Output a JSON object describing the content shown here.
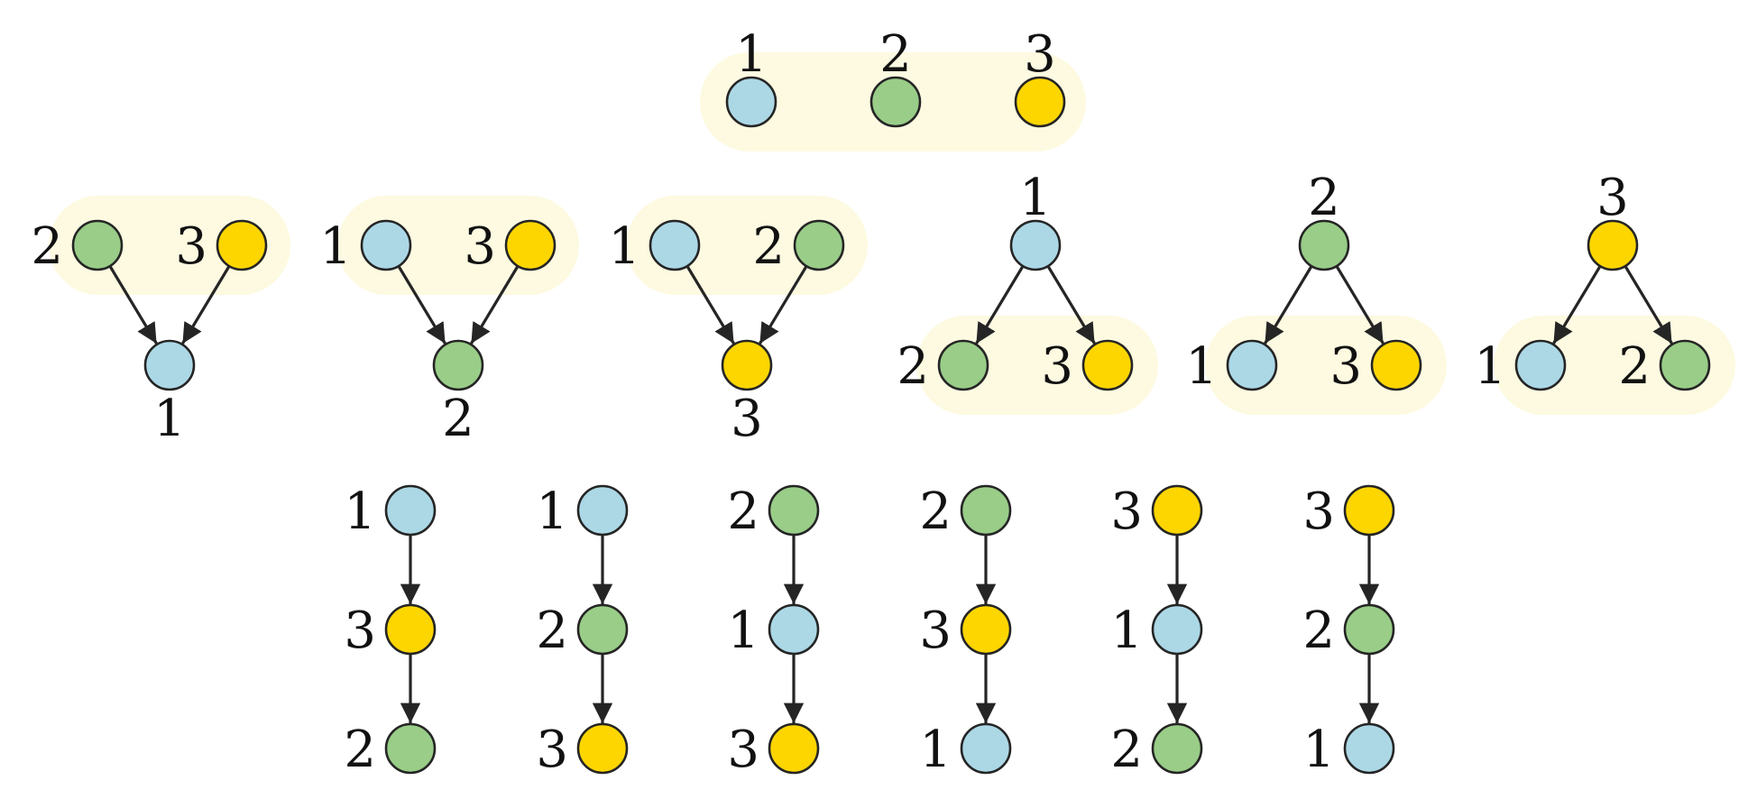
{
  "colors": {
    "1": "#acd8e6",
    "2": "#99cd88",
    "3": "#fdd600",
    "stroke": "#252525",
    "group_fill": "#fdfae1"
  },
  "groups": [
    {
      "nodes": [
        {
          "id": "a1",
          "label": "1"
        },
        {
          "id": "a2",
          "label": "2"
        },
        {
          "id": "a3",
          "label": "3"
        }
      ],
      "edges": []
    },
    {
      "nodes": [
        {
          "id": "b1",
          "label": "2"
        },
        {
          "id": "b2",
          "label": "3"
        },
        {
          "id": "b3",
          "label": "1"
        }
      ],
      "edges": [
        [
          "b1",
          "b3"
        ],
        [
          "b2",
          "b3"
        ]
      ]
    },
    {
      "nodes": [
        {
          "id": "c1",
          "label": "1"
        },
        {
          "id": "c2",
          "label": "3"
        },
        {
          "id": "c3",
          "label": "2"
        }
      ],
      "edges": [
        [
          "c1",
          "c3"
        ],
        [
          "c2",
          "c3"
        ]
      ]
    },
    {
      "nodes": [
        {
          "id": "d1",
          "label": "1"
        },
        {
          "id": "d2",
          "label": "2"
        },
        {
          "id": "d3",
          "label": "3"
        }
      ],
      "edges": [
        [
          "d1",
          "d3"
        ],
        [
          "d2",
          "d3"
        ]
      ]
    },
    {
      "nodes": [
        {
          "id": "e1",
          "label": "1"
        },
        {
          "id": "e2",
          "label": "2"
        },
        {
          "id": "e3",
          "label": "3"
        }
      ],
      "edges": [
        [
          "e1",
          "e2"
        ],
        [
          "e1",
          "e3"
        ]
      ]
    },
    {
      "nodes": [
        {
          "id": "f1",
          "label": "2"
        },
        {
          "id": "f2",
          "label": "1"
        },
        {
          "id": "f3",
          "label": "3"
        }
      ],
      "edges": [
        [
          "f1",
          "f2"
        ],
        [
          "f1",
          "f3"
        ]
      ]
    },
    {
      "nodes": [
        {
          "id": "g1",
          "label": "3"
        },
        {
          "id": "g2",
          "label": "1"
        },
        {
          "id": "g3",
          "label": "2"
        }
      ],
      "edges": [
        [
          "g1",
          "g2"
        ],
        [
          "g1",
          "g3"
        ]
      ]
    },
    {
      "nodes": [
        {
          "id": "h1",
          "label": "1"
        },
        {
          "id": "h2",
          "label": "3"
        },
        {
          "id": "h3",
          "label": "2"
        }
      ],
      "edges": [
        [
          "h1",
          "h2"
        ],
        [
          "h2",
          "h3"
        ]
      ]
    },
    {
      "nodes": [
        {
          "id": "i1",
          "label": "1"
        },
        {
          "id": "i2",
          "label": "2"
        },
        {
          "id": "i3",
          "label": "3"
        }
      ],
      "edges": [
        [
          "i1",
          "i2"
        ],
        [
          "i2",
          "i3"
        ]
      ]
    },
    {
      "nodes": [
        {
          "id": "j1",
          "label": "2"
        },
        {
          "id": "j2",
          "label": "1"
        },
        {
          "id": "j3",
          "label": "3"
        }
      ],
      "edges": [
        [
          "j1",
          "j2"
        ],
        [
          "j2",
          "j3"
        ]
      ]
    },
    {
      "nodes": [
        {
          "id": "k1",
          "label": "2"
        },
        {
          "id": "k2",
          "label": "3"
        },
        {
          "id": "k3",
          "label": "1"
        }
      ],
      "edges": [
        [
          "k1",
          "k2"
        ],
        [
          "k2",
          "k3"
        ]
      ]
    },
    {
      "nodes": [
        {
          "id": "l1",
          "label": "3"
        },
        {
          "id": "l2",
          "label": "1"
        },
        {
          "id": "l3",
          "label": "2"
        }
      ],
      "edges": [
        [
          "l1",
          "l2"
        ],
        [
          "l2",
          "l3"
        ]
      ]
    },
    {
      "nodes": [
        {
          "id": "m1",
          "label": "3"
        },
        {
          "id": "m2",
          "label": "2"
        },
        {
          "id": "m3",
          "label": "1"
        }
      ],
      "edges": [
        [
          "m1",
          "m2"
        ],
        [
          "m2",
          "m3"
        ]
      ]
    }
  ]
}
